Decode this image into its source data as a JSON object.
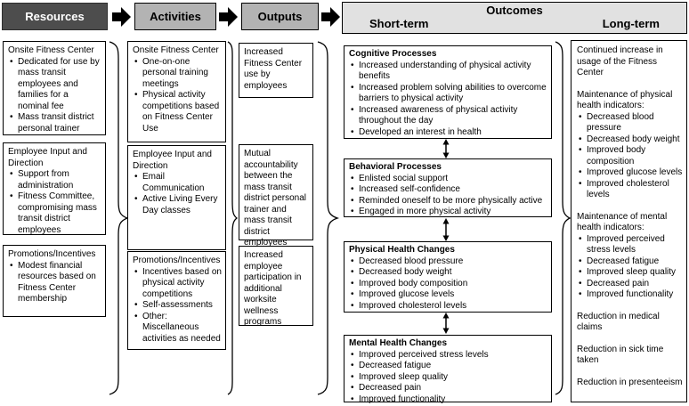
{
  "headers": {
    "resources": "Resources",
    "activities": "Activities",
    "outputs": "Outputs",
    "outcomes": "Outcomes",
    "short_term": "Short-term",
    "long_term": "Long-term"
  },
  "colors": {
    "resources_header_bg": "#4d4d4d",
    "resources_header_text": "#ffffff",
    "mid_header_bg": "#b3b3b3",
    "outcomes_header_bg": "#e1e1e1",
    "border": "#000000"
  },
  "columns": {
    "resources": {
      "boxes": [
        {
          "title": "Onsite Fitness Center",
          "bullets": [
            "Dedicated for use by mass transit employees and families for a nominal fee",
            "Mass transit district personal trainer"
          ]
        },
        {
          "title": "Employee Input and Direction",
          "bullets": [
            "Support from administration",
            "Fitness Committee, compromising mass transit district employees"
          ]
        },
        {
          "title": "Promotions/Incentives",
          "bullets": [
            "Modest financial resources based on Fitness Center membership"
          ]
        }
      ]
    },
    "activities": {
      "boxes": [
        {
          "title": "Onsite Fitness Center",
          "bullets": [
            "One-on-one personal training meetings",
            "Physical activity competitions based on Fitness Center Use"
          ]
        },
        {
          "title": "Employee Input and Direction",
          "bullets": [
            "Email Communication",
            "Active Living Every Day classes"
          ]
        },
        {
          "title": "Promotions/Incentives",
          "bullets": [
            "Incentives based on physical activity competitions",
            "Self-assessments",
            "Other: Miscellaneous activities as needed"
          ]
        }
      ]
    },
    "outputs": {
      "boxes": [
        {
          "text": "Increased Fitness Center use by employees"
        },
        {
          "text": "Mutual accountability between the mass transit district personal trainer and mass transit district employees"
        },
        {
          "text": "Increased employee participation in additional worksite wellness programs"
        }
      ]
    },
    "short_term": {
      "boxes": [
        {
          "title": "Cognitive Processes",
          "bullets": [
            "Increased understanding of physical activity benefits",
            "Increased problem solving abilities to overcome barriers to physical activity",
            "Increased awareness of physical activity throughout the day",
            "Developed an interest in health"
          ]
        },
        {
          "title": "Behavioral Processes",
          "bullets": [
            "Enlisted social support",
            "Increased self-confidence",
            "Reminded oneself to be more physically active",
            "Engaged in more physical activity"
          ]
        },
        {
          "title": "Physical Health Changes",
          "bullets": [
            "Decreased blood pressure",
            "Decreased body weight",
            "Improved body composition",
            "Improved glucose levels",
            "Improved cholesterol levels"
          ]
        },
        {
          "title": "Mental Health Changes",
          "bullets": [
            "Improved perceived stress levels",
            "Decreased fatigue",
            "Improved sleep quality",
            "Decreased pain",
            "Improved functionality"
          ]
        }
      ]
    },
    "long_term": {
      "sections": [
        {
          "text": "Continued increase in usage of the Fitness Center",
          "bullets": []
        },
        {
          "text": "Maintenance of physical health indicators:",
          "bullets": [
            "Decreased blood pressure",
            "Decreased body weight",
            "Improved body composition",
            "Improved glucose levels",
            "Improved cholesterol levels"
          ]
        },
        {
          "text": "Maintenance of mental health indicators:",
          "bullets": [
            "Improved perceived stress levels",
            "Decreased fatigue",
            "Improved sleep quality",
            "Decreased pain",
            "Improved functionality"
          ]
        },
        {
          "text": "Reduction in medical claims",
          "bullets": []
        },
        {
          "text": "Reduction in sick time taken",
          "bullets": []
        },
        {
          "text": "Reduction in presenteeism",
          "bullets": []
        }
      ]
    }
  }
}
